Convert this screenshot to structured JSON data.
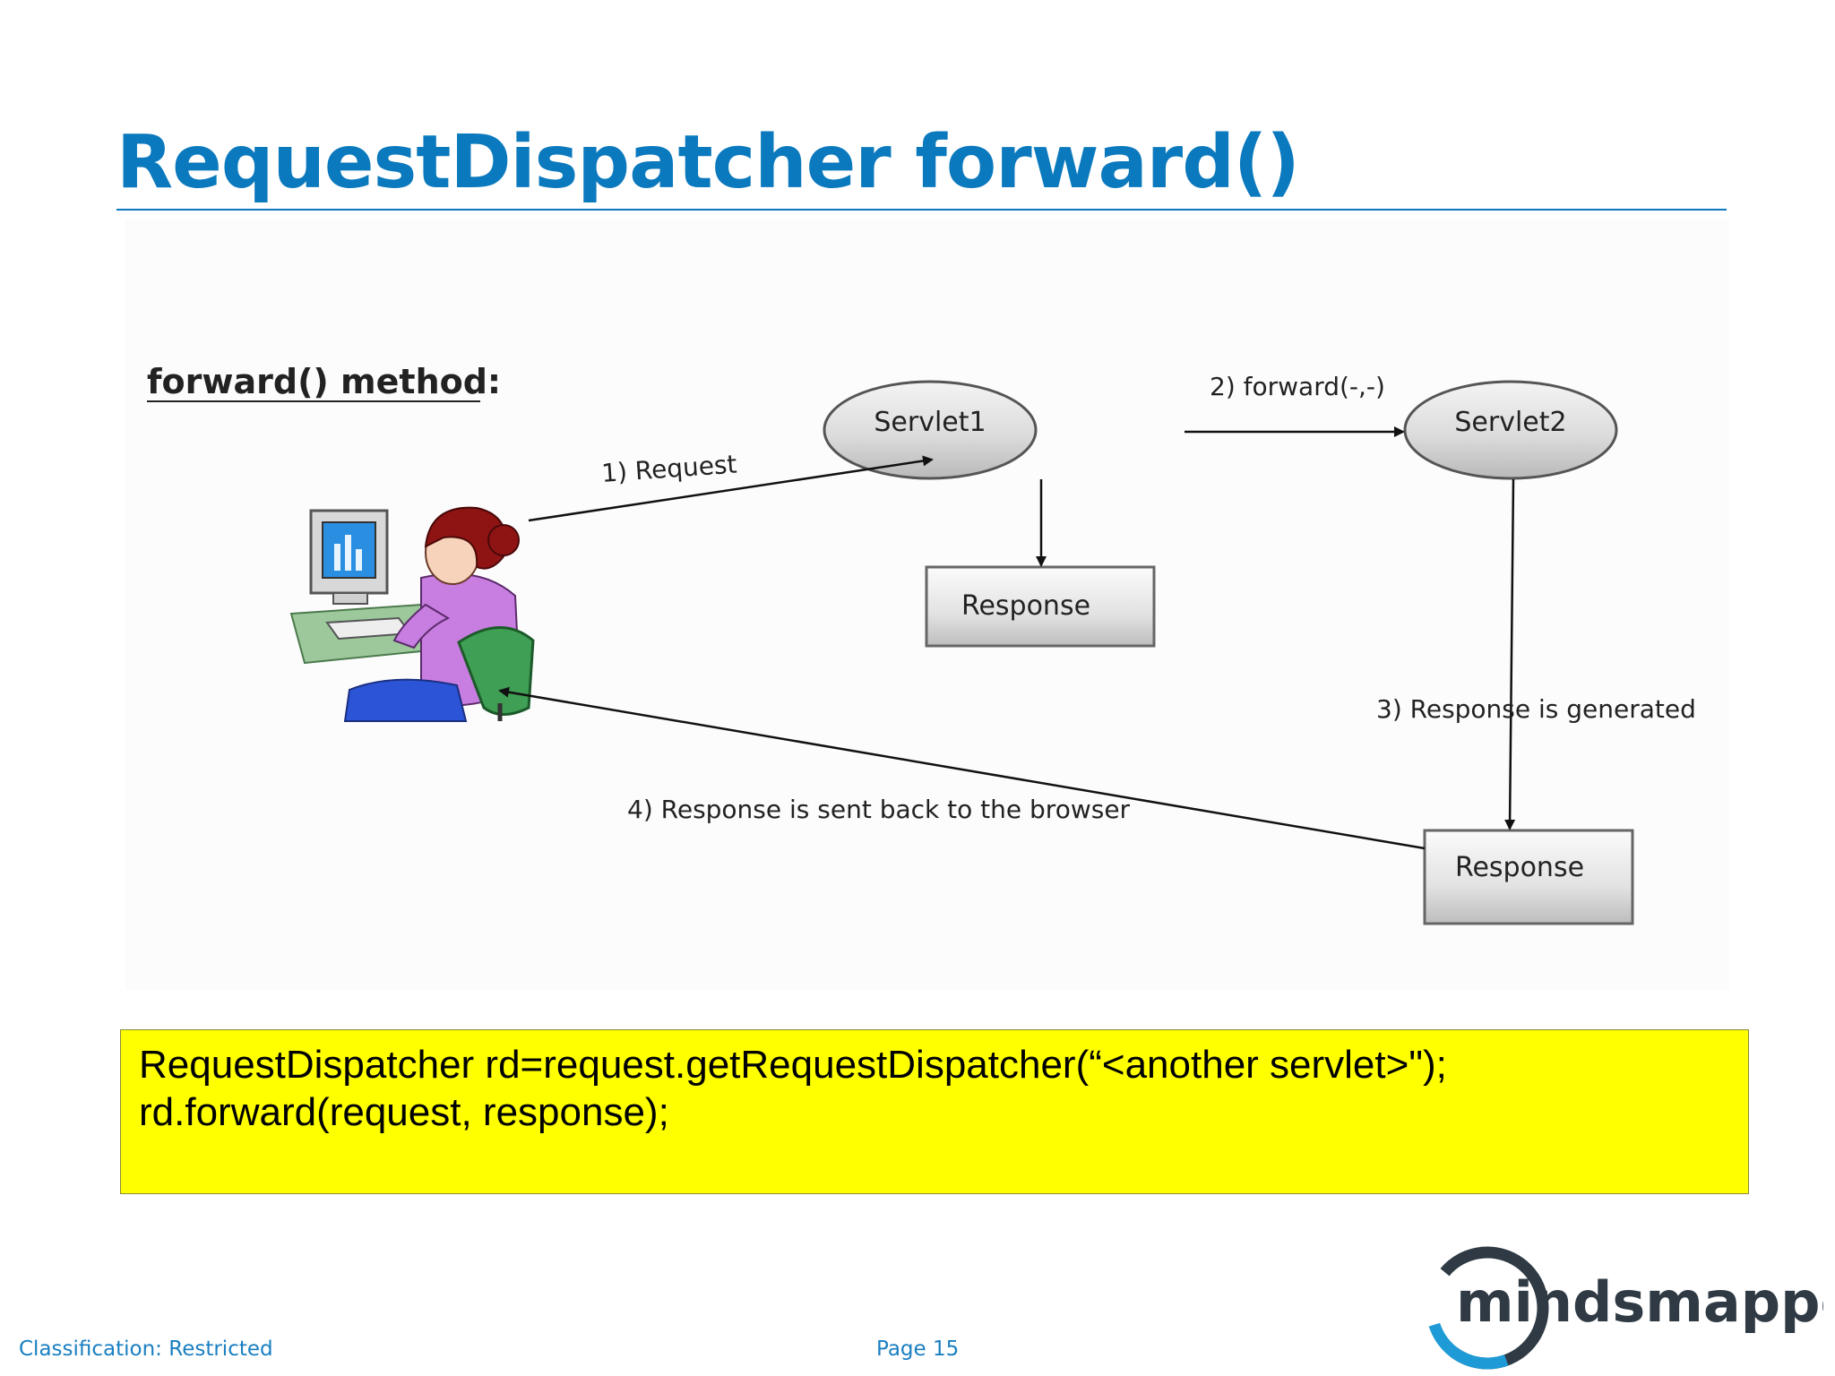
{
  "slide": {
    "title": "RequestDispatcher forward()"
  },
  "diagram": {
    "heading": "forward() method:",
    "nodes": {
      "servlet1": "Servlet1",
      "servlet2": "Servlet2",
      "response1": "Response",
      "response2": "Response"
    },
    "edges": {
      "request": "1) Request",
      "forward": "2) forward(-,-)",
      "generated": "3) Response is generated",
      "sent_back": "4) Response  is sent back to the browser"
    }
  },
  "code": {
    "line1": "RequestDispatcher rd=request.getRequestDispatcher(“<another servlet>\");",
    "line2": "rd.forward(request, response);"
  },
  "footer": {
    "classification": "Classification: Restricted",
    "page": "Page 15"
  },
  "logo": {
    "text": "mindsmapped"
  },
  "colors": {
    "title_blue": "#0b79bd",
    "code_highlight": "#ffff00",
    "logo_blue": "#1e9ad6",
    "logo_dark": "#2f3a44"
  }
}
